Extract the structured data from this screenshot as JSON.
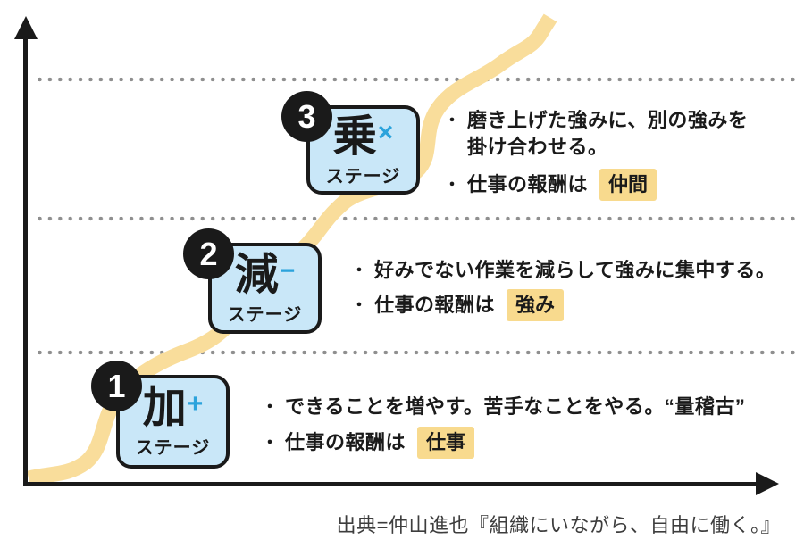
{
  "bullet_char": "・",
  "stages": [
    {
      "number": "1",
      "kanji": "加",
      "symbol": "+",
      "label": "ステージ",
      "desc_lines": [
        "できることを増やす。苦手なことをやる。“量稽古”"
      ],
      "reward_prefix": "仕事の報酬は",
      "reward": "仕事"
    },
    {
      "number": "2",
      "kanji": "減",
      "symbol": "−",
      "label": "ステージ",
      "desc_lines": [
        "好みでない作業を減らして強みに集中する。"
      ],
      "reward_prefix": "仕事の報酬は",
      "reward": "強み"
    },
    {
      "number": "3",
      "kanji": "乗",
      "symbol": "×",
      "label": "ステージ",
      "desc_lines": [
        "磨き上げた強みに、別の強みを",
        "掛け合わせる。"
      ],
      "reward_prefix": "仕事の報酬は",
      "reward": "仲間"
    }
  ],
  "citation": "出典=仲山進也『組織にいながら、自由に働く。』",
  "colors": {
    "card_fill": "#c9e7f8",
    "card_border": "#1a1a1a",
    "symbol_blue": "#2ba3dc",
    "curve_yellow": "#f9dd9b",
    "highlight_yellow": "#f8da8e",
    "dot_gray": "#8f8f8f",
    "axis_black": "#1a1a1a",
    "citation_gray": "#3d3d3d"
  }
}
